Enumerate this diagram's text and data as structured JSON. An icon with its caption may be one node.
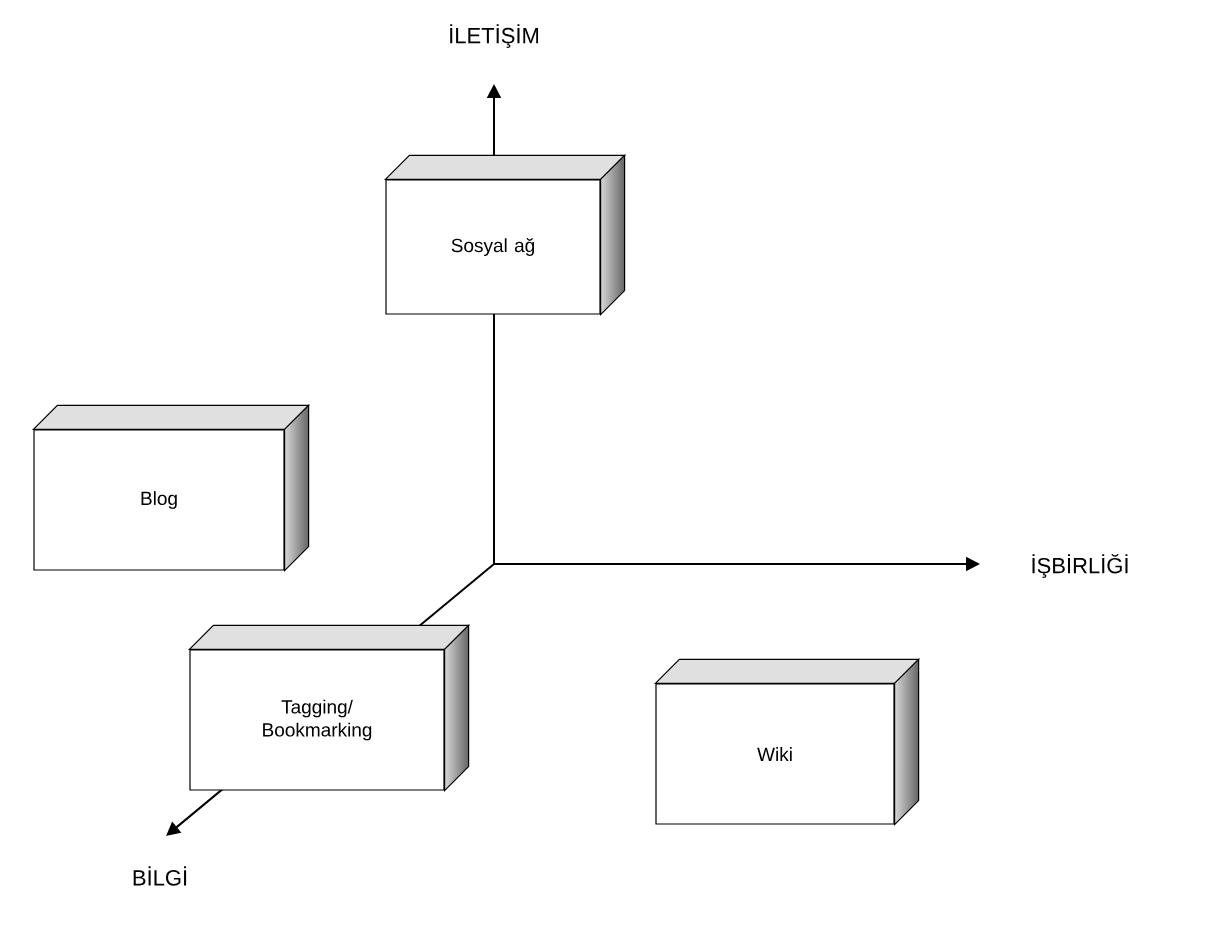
{
  "diagram": {
    "nodes": [
      {
        "text": [
          "Sosyal ağ"
        ]
      },
      {
        "text": [
          "Blog"
        ]
      },
      {
        "text": [
          "Tagging/ Bookmarking"
        ]
      },
      {
        "text": [
          "Wiki"
        ]
      }
    ],
    "labels": [
      "İLETİŞİM",
      "İŞBİRLİĞİ",
      "BİLGİ"
    ]
  }
}
